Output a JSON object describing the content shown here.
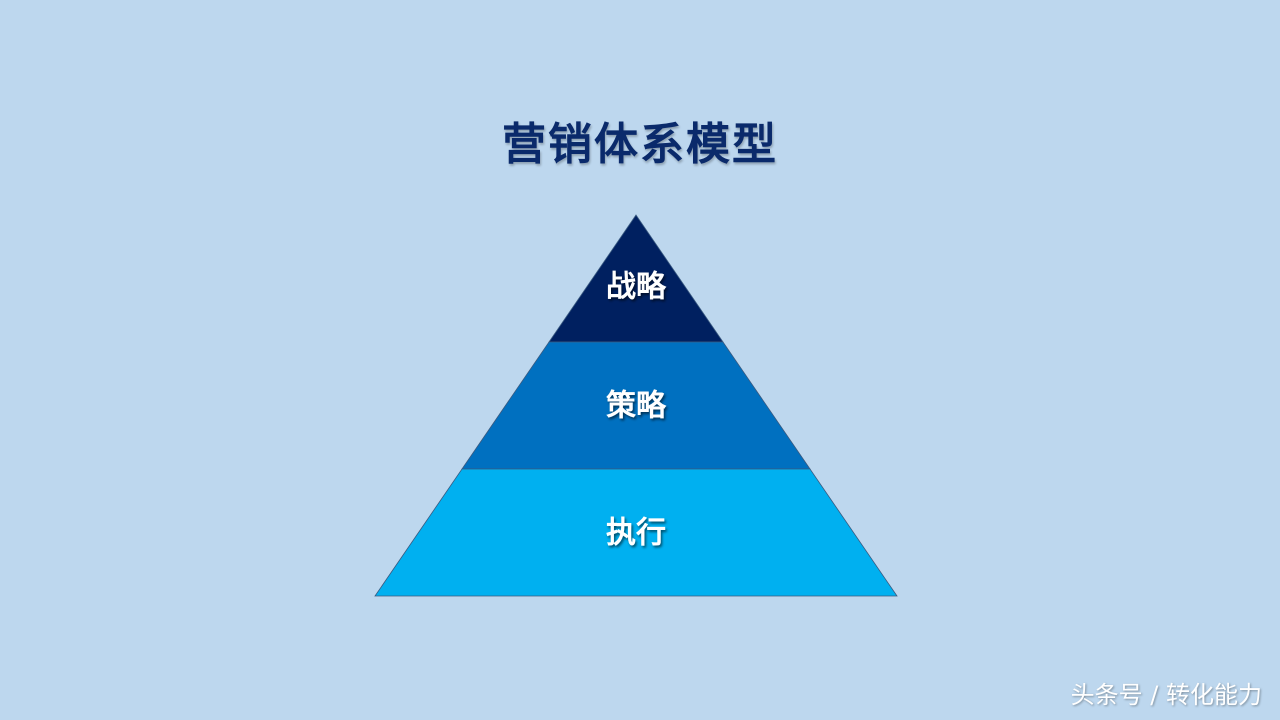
{
  "title": "营销体系模型",
  "pyramid": {
    "layers": [
      {
        "label": "战略",
        "color": "#002060"
      },
      {
        "label": "策略",
        "color": "#0070c0"
      },
      {
        "label": "执行",
        "color": "#00b0f0"
      }
    ]
  },
  "watermark": "头条号 / 转化能力",
  "colors": {
    "background": "#bdd7ee",
    "title": "#0a2a6b"
  }
}
